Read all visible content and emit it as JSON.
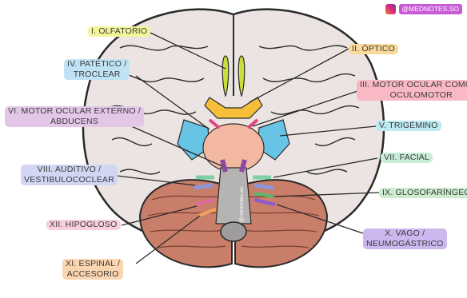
{
  "handle": "@MEDNOTES.SO",
  "watermark": "@mednotes.so",
  "colors": {
    "olfatorio": "#f2f59a",
    "optico": "#fbd99a",
    "patetico": "#bfe3f5",
    "oculomotor": "#f9b9c4",
    "abducens": "#e2c7e6",
    "trigemino": "#bde9f2",
    "auditivo": "#d2d6f3",
    "facial": "#c9ecd8",
    "glosofaringeo": "#cdeccf",
    "hipogloso": "#f9cfdd",
    "vago": "#cdb7ef",
    "espinal": "#fbd5b0",
    "brain": "#ece4e2",
    "cerebellum": "#c97e6a"
  },
  "labels": {
    "olfatorio": [
      "I. OLFATORIO"
    ],
    "optico": [
      "II. ÓPTICO"
    ],
    "patetico": [
      "IV. PATÉTICO /",
      "TROCLEAR"
    ],
    "oculomotor": [
      "III. MOTOR OCULAR COMÚN /",
      "OCULOMOTOR"
    ],
    "abducens": [
      "VI. MOTOR OCULAR EXTERNO /",
      "ABDUCENS"
    ],
    "trigemino": [
      "V. TRIGÉMINO"
    ],
    "facial": [
      "VII. FACIAL"
    ],
    "auditivo": [
      "VIII. AUDITIVO /",
      "VESTIBULOCOCLEAR"
    ],
    "glosofaringeo": [
      "IX. GLOSOFARÍNGEO"
    ],
    "hipogloso": [
      "XII. HIPOGLOSO"
    ],
    "vago": [
      "X. VAGO /",
      "NEUMOGÁSTRICO"
    ],
    "espinal": [
      "XI. ESPINAL /",
      "ACCESORIO"
    ]
  }
}
